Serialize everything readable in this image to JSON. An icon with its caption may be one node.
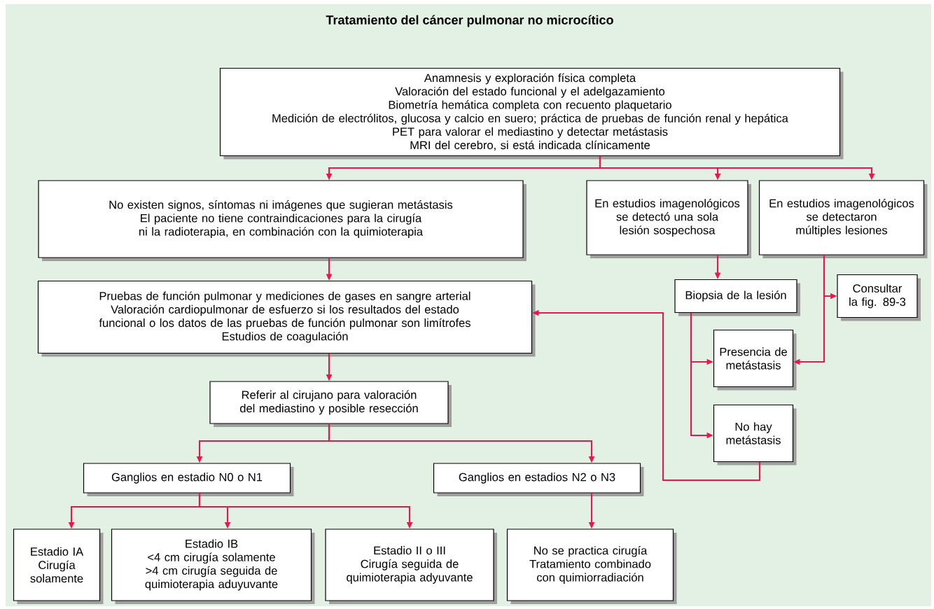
{
  "diagram": {
    "title": "Tratamiento del cáncer pulmonar no microcítico",
    "nodes": [
      {
        "text": [
          "Anamnesis y exploración física completa",
          "Valoración del estado funcional y el adelgazamiento",
          "Biometría hemática completa con recuento plaquetario",
          "Medición de electrólitos, glucosa y calcio en suero; práctica de pruebas de función renal y hepática",
          "PET para valorar el mediastino y detectar metástasis",
          "MRI del cerebro, si está indicada clínicamente"
        ]
      },
      {
        "text": [
          "No existen signos, síntomas ni imágenes que sugieran metástasis",
          "El paciente no tiene contraindicaciones para la cirugía ni la radioterapia, en combinación con la quimioterapia"
        ]
      },
      {
        "text": [
          "En estudios imagenológicos se detectó una sola lesión sospechosa"
        ]
      },
      {
        "text": [
          "En estudios imagenológicos se detectaron múltiples lesiones"
        ]
      },
      {
        "text": [
          "Pruebas de función pulmonar y mediciones de gases en sangre arterial",
          "Valoración cardiopulmonar de esfuerzo si los resultados del estado funcional o los datos de las pruebas de función pulmonar son limítrofes",
          "Estudios de coagulación"
        ]
      },
      {
        "text": [
          "Biopsia de la lesión"
        ]
      },
      {
        "text": [
          "Consultar la fig. 89-3"
        ]
      },
      {
        "text": [
          "Presencia de metástasis"
        ]
      },
      {
        "text": [
          "No hay metástasis"
        ]
      },
      {
        "text": [
          "Referir al cirujano para valoración del mediastino y posible resección"
        ]
      },
      {
        "text": [
          "Ganglios en estadio N0 o N1"
        ]
      },
      {
        "text": [
          "Ganglios en estadios N2 o N3"
        ]
      },
      {
        "text": [
          "Estadio IA",
          "Cirugía solamente"
        ]
      },
      {
        "text": [
          "Estadio IB",
          "<4 cm cirugía solamente",
          ">4 cm cirugía seguida de quimioterapia aduyuvante"
        ]
      },
      {
        "text": [
          "Estadio II o III",
          "Cirugía seguida de quimioterapia adyuvante"
        ]
      },
      {
        "text": [
          "No se practica cirugía",
          "Tratamiento combinado con quimiorradiación"
        ]
      }
    ],
    "edges": [
      {
        "from": 0,
        "to": 1,
        "arrow": "to"
      },
      {
        "from": 0,
        "to": 2,
        "arrow": "to"
      },
      {
        "from": 0,
        "to": 3,
        "arrow": "to"
      },
      {
        "from": 1,
        "to": 4,
        "arrow": "to"
      },
      {
        "from": 2,
        "to": 5,
        "arrow": "to"
      },
      {
        "from": 3,
        "to": 6,
        "arrow": "to"
      },
      {
        "from": 3,
        "to": 7,
        "arrow": "to"
      },
      {
        "from": 5,
        "to": 7,
        "arrow": "to"
      },
      {
        "from": 5,
        "to": 8,
        "arrow": "to"
      },
      {
        "from": 8,
        "to": 4,
        "arrow": "to"
      },
      {
        "from": 4,
        "to": 9,
        "arrow": "to"
      },
      {
        "from": 9,
        "to": 10,
        "arrow": "to"
      },
      {
        "from": 9,
        "to": 11,
        "arrow": "to"
      },
      {
        "from": 10,
        "to": 12,
        "arrow": "to"
      },
      {
        "from": 10,
        "to": 13,
        "arrow": "to"
      },
      {
        "from": 10,
        "to": 14,
        "arrow": "to"
      },
      {
        "from": 11,
        "to": 15,
        "arrow": "to"
      }
    ]
  }
}
